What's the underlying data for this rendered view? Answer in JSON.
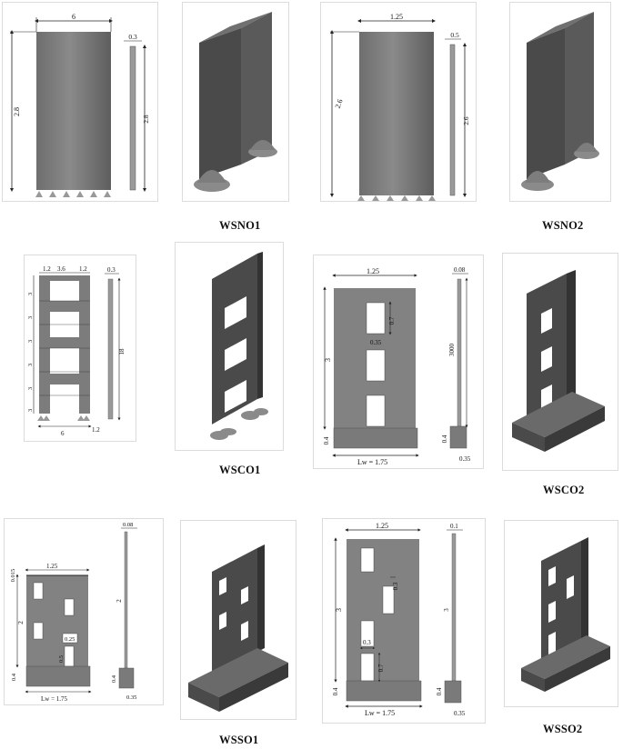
{
  "captions": {
    "wsno1": "WSNO1",
    "wsno2": "WSNO2",
    "wsco1": "WSCO1",
    "wsco2": "WSCO2",
    "wsso1": "WSSO1",
    "wsso2": "WSSO2"
  },
  "dims": {
    "wsno1": {
      "width": "6",
      "height": "2.8",
      "thickness": "0.3",
      "side_height": "2.8"
    },
    "wsno2": {
      "width": "1.25",
      "height": "2.6",
      "thickness": "0.5",
      "side_height": "2.6"
    },
    "wsco1": {
      "left": "1.2",
      "middle": "3.6",
      "right": "1.2",
      "thickness": "0.3",
      "storey": "3",
      "total_height": "18",
      "base_span": "6",
      "base_right": "1.2"
    },
    "wsco2": {
      "width": "1.25",
      "opening_h": "0.7",
      "opening_gap": "0.35",
      "height": "3",
      "footing_h": "0.4",
      "base": "Lw = 1.75",
      "thickness": "0.08",
      "side_height": "3000",
      "side_footing_h": "0.4",
      "side_footing_w": "0.35"
    },
    "wsso1": {
      "top": "0.015",
      "width": "1.25",
      "height": "2",
      "ann1": "0.25",
      "ann2": "0.5",
      "footing_h": "0.4",
      "base": "Lw = 1.75",
      "thickness": "0.08",
      "side_height": "2",
      "side_footing_h": "0.4",
      "side_footing_w": "0.35"
    },
    "wsso2": {
      "width": "1.25",
      "opening_a": "0.3",
      "opening_b": "0.3",
      "opening_c": "0.7",
      "height": "3",
      "footing_h": "0.4",
      "base": "Lw = 1.75",
      "thickness": "0.1",
      "side_height": "3",
      "side_footing_h": "0.4",
      "side_footing_w": "0.35"
    }
  }
}
